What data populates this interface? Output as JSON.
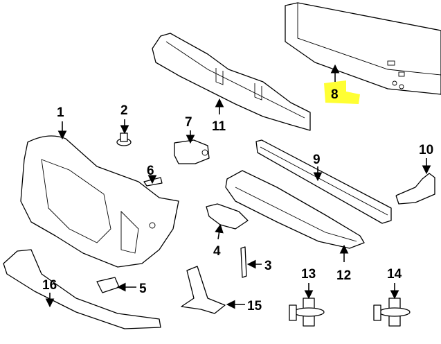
{
  "diagram": {
    "highlight_color": "#ffff33",
    "highlighted_callout": "8",
    "callouts": [
      {
        "id": "1",
        "text": "1"
      },
      {
        "id": "2",
        "text": "2"
      },
      {
        "id": "3",
        "text": "3"
      },
      {
        "id": "4",
        "text": "4"
      },
      {
        "id": "5",
        "text": "5"
      },
      {
        "id": "6",
        "text": "6"
      },
      {
        "id": "7",
        "text": "7"
      },
      {
        "id": "8",
        "text": "8"
      },
      {
        "id": "9",
        "text": "9"
      },
      {
        "id": "10",
        "text": "10"
      },
      {
        "id": "11",
        "text": "11"
      },
      {
        "id": "12",
        "text": "12"
      },
      {
        "id": "13",
        "text": "13"
      },
      {
        "id": "14",
        "text": "14"
      },
      {
        "id": "15",
        "text": "15"
      },
      {
        "id": "16",
        "text": "16"
      }
    ]
  }
}
